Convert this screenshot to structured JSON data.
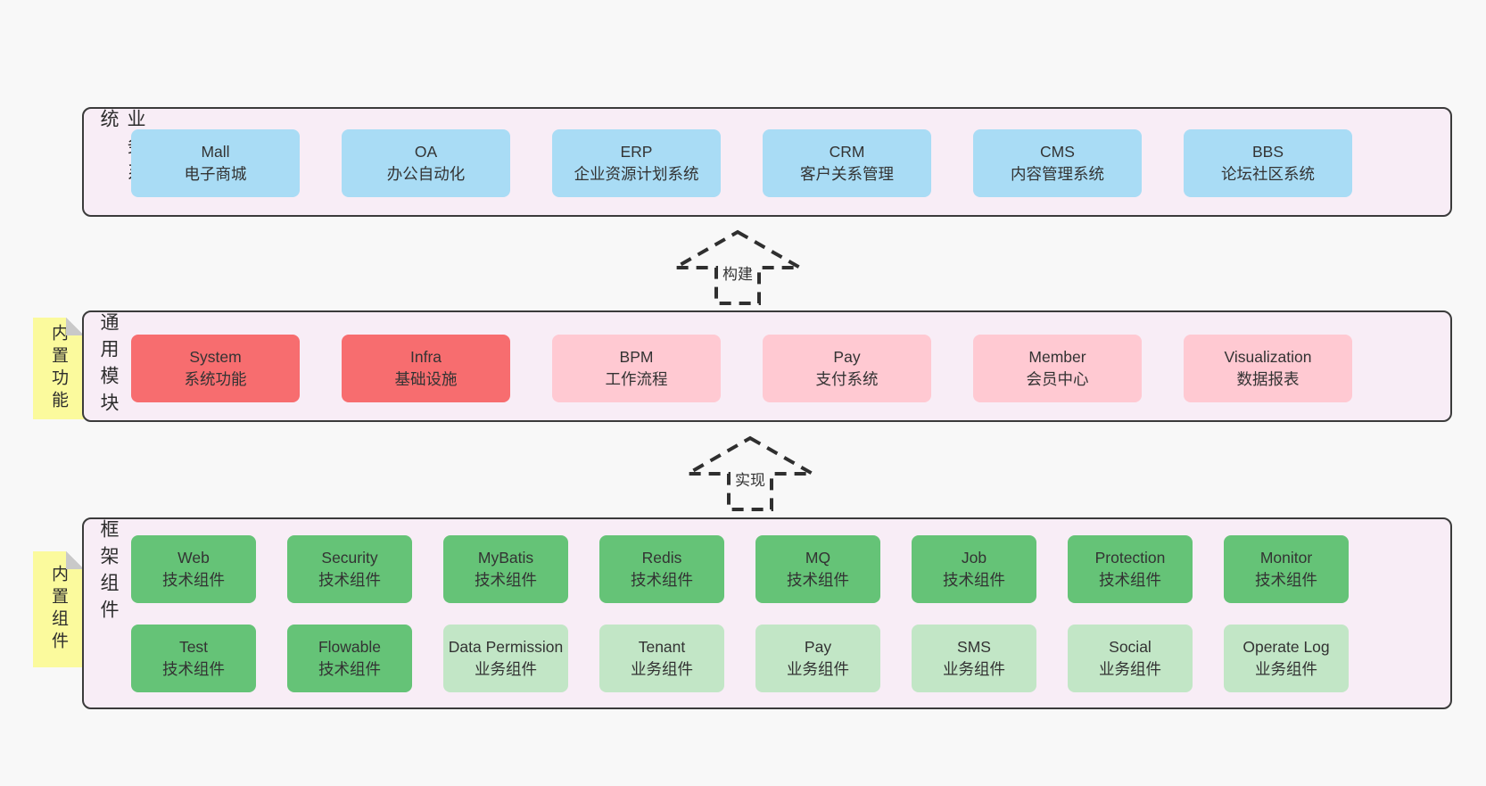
{
  "colors": {
    "page_bg": "#f8f8f8",
    "band_bg": "#f8edf6",
    "band_border": "#3b3b3b",
    "blue": "#a9dcf5",
    "red": "#f76d6f",
    "pink": "#ffc9d2",
    "green_dark": "#65c377",
    "green_light": "#c2e6c6",
    "sticky_yellow": "#fbfa9d",
    "fold_gray": "#c9c9c9",
    "text": "#333333"
  },
  "bands": [
    {
      "label": "业务系统",
      "rows": [
        [
          {
            "en": "Mall",
            "zh": "电子商城",
            "color": "blue"
          },
          {
            "en": "OA",
            "zh": "办公自动化",
            "color": "blue"
          },
          {
            "en": "ERP",
            "zh": "企业资源计划系统",
            "color": "blue"
          },
          {
            "en": "CRM",
            "zh": "客户关系管理",
            "color": "blue"
          },
          {
            "en": "CMS",
            "zh": "内容管理系统",
            "color": "blue"
          },
          {
            "en": "BBS",
            "zh": "论坛社区系统",
            "color": "blue"
          }
        ]
      ]
    },
    {
      "label": "通用模块",
      "sticky": "内置功能",
      "rows": [
        [
          {
            "en": "System",
            "zh": "系统功能",
            "color": "red"
          },
          {
            "en": "Infra",
            "zh": "基础设施",
            "color": "red"
          },
          {
            "en": "BPM",
            "zh": "工作流程",
            "color": "pink"
          },
          {
            "en": "Pay",
            "zh": "支付系统",
            "color": "pink"
          },
          {
            "en": "Member",
            "zh": "会员中心",
            "color": "pink"
          },
          {
            "en": "Visualization",
            "zh": "数据报表",
            "color": "pink"
          }
        ]
      ]
    },
    {
      "label": "框架组件",
      "sticky": "内置组件",
      "rows": [
        [
          {
            "en": "Web",
            "zh": "技术组件",
            "color": "green"
          },
          {
            "en": "Security",
            "zh": "技术组件",
            "color": "green"
          },
          {
            "en": "MyBatis",
            "zh": "技术组件",
            "color": "green"
          },
          {
            "en": "Redis",
            "zh": "技术组件",
            "color": "green"
          },
          {
            "en": "MQ",
            "zh": "技术组件",
            "color": "green"
          },
          {
            "en": "Job",
            "zh": "技术组件",
            "color": "green"
          },
          {
            "en": "Protection",
            "zh": "技术组件",
            "color": "green"
          },
          {
            "en": "Monitor",
            "zh": "技术组件",
            "color": "green"
          }
        ],
        [
          {
            "en": "Test",
            "zh": "技术组件",
            "color": "green"
          },
          {
            "en": "Flowable",
            "zh": "技术组件",
            "color": "green"
          },
          {
            "en": "Data Permission",
            "zh": "业务组件",
            "color": "green-light"
          },
          {
            "en": "Tenant",
            "zh": "业务组件",
            "color": "green-light"
          },
          {
            "en": "Pay",
            "zh": "业务组件",
            "color": "green-light"
          },
          {
            "en": "SMS",
            "zh": "业务组件",
            "color": "green-light"
          },
          {
            "en": "Social",
            "zh": "业务组件",
            "color": "green-light"
          },
          {
            "en": "Operate Log",
            "zh": "业务组件",
            "color": "green-light"
          }
        ]
      ]
    }
  ],
  "arrows": [
    {
      "label": "构建"
    },
    {
      "label": "实现"
    }
  ]
}
